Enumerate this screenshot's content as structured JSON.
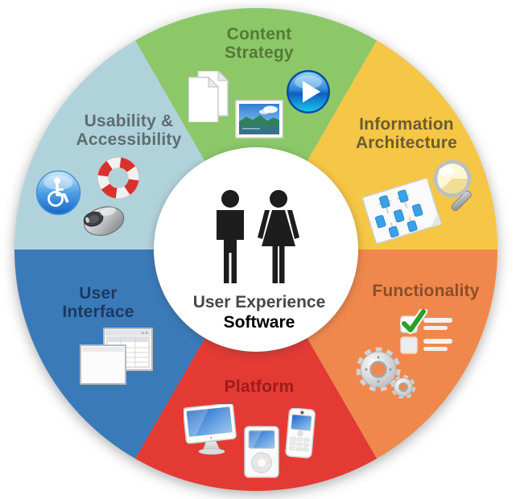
{
  "diagram": {
    "name": "user-experience-software-wheel",
    "background": "#ffffff"
  },
  "center": {
    "title": "User Experience",
    "subtitle": "Software",
    "title_color": "#474747",
    "subtitle_color": "#000000",
    "bg_color": "#ffffff",
    "icons": [
      "man-figure-icon",
      "woman-figure-icon"
    ],
    "figure_color": "#1d1d1d"
  },
  "wheel": {
    "segments": [
      {
        "id": "content-strategy",
        "label": "Content Strategy",
        "color": "#8dc868",
        "label_color": "#547a38",
        "icons": [
          "documents-icon",
          "photo-icon",
          "play-button-icon"
        ]
      },
      {
        "id": "information-architecture",
        "label": "Information Architecture",
        "color": "#f6c647",
        "label_color": "#6e5c2e",
        "icons": [
          "sitemap-icon",
          "magnifier-icon"
        ]
      },
      {
        "id": "functionality",
        "label": "Functionality",
        "color": "#f0884d",
        "label_color": "#8b4e28",
        "icons": [
          "checklist-icon",
          "gears-icon"
        ]
      },
      {
        "id": "platform",
        "label": "Platform",
        "color": "#e33a34",
        "label_color": "#9e1b1e",
        "icons": [
          "imac-icon",
          "ipod-icon",
          "phone-icon"
        ]
      },
      {
        "id": "user-interface",
        "label": "User Interface",
        "color": "#3a7ab9",
        "label_color": "#1e395f",
        "icons": [
          "windows-icon"
        ]
      },
      {
        "id": "usability-accessibility",
        "label": "Usability & Accessibility",
        "color": "#b0d3db",
        "label_color": "#5e6d70",
        "icons": [
          "accessibility-icon",
          "lifesaver-icon",
          "mouse-icon"
        ]
      }
    ]
  }
}
